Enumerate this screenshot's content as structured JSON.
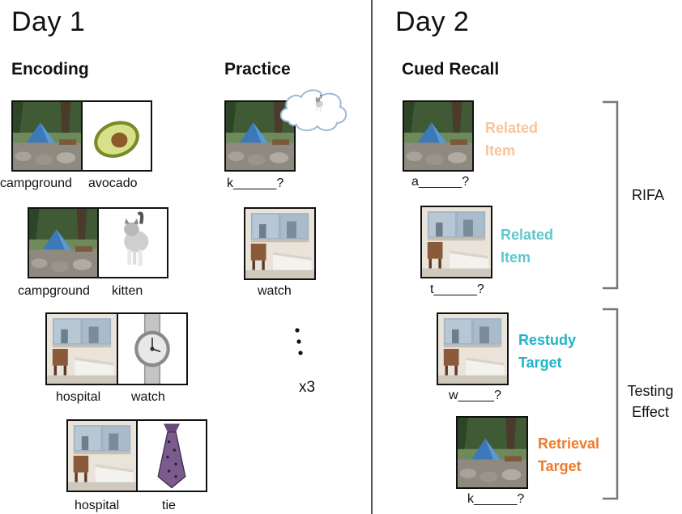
{
  "day1": {
    "title": "Day 1",
    "encoding": {
      "heading": "Encoding",
      "pairs": [
        {
          "cue": "campground",
          "target": "avocado"
        },
        {
          "cue": "campground",
          "target": "kitten"
        },
        {
          "cue": "hospital",
          "target": "watch"
        },
        {
          "cue": "hospital",
          "target": "tie"
        }
      ]
    },
    "practice": {
      "heading": "Practice",
      "item1_prompt": "k______?",
      "item2_label": "watch",
      "repeat": "x3"
    }
  },
  "day2": {
    "title": "Day 2",
    "cued_recall": {
      "heading": "Cued Recall",
      "items": [
        {
          "prompt": "a______?",
          "label_line1": "Related",
          "label_line2": "Item",
          "color": "#f8c49a"
        },
        {
          "prompt": "t______?",
          "label_line1": "Related",
          "label_line2": "Item",
          "color": "#5ec8cc"
        },
        {
          "prompt": "w_____?",
          "label_line1": "Restudy",
          "label_line2": "Target",
          "color": "#1fb3c9"
        },
        {
          "prompt": "k______?",
          "label_line1": "Retrieval",
          "label_line2": "Target",
          "color": "#ee7a2a"
        }
      ],
      "brackets": [
        {
          "label_line1": "RIFA",
          "label_line2": ""
        },
        {
          "label_line1": "Testing",
          "label_line2": "Effect"
        }
      ]
    }
  }
}
